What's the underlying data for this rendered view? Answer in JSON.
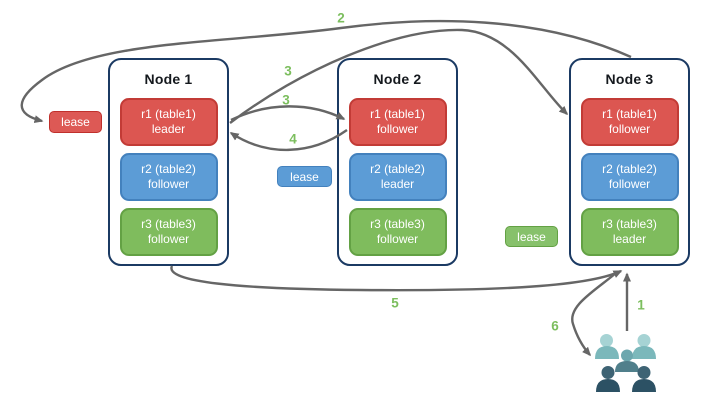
{
  "diagram": {
    "background": "#ffffff",
    "arrow_color": "#666666",
    "step_color": "#7cbe5e"
  },
  "nodes": [
    {
      "title": "Node 1",
      "replicas": [
        {
          "label": "r1 (table1)",
          "role": "leader",
          "color_name": "red"
        },
        {
          "label": "r2 (table2)",
          "role": "follower",
          "color_name": "blue"
        },
        {
          "label": "r3 (table3)",
          "role": "follower",
          "color_name": "green"
        }
      ]
    },
    {
      "title": "Node 2",
      "replicas": [
        {
          "label": "r1 (table1)",
          "role": "follower",
          "color_name": "red"
        },
        {
          "label": "r2 (table2)",
          "role": "leader",
          "color_name": "blue"
        },
        {
          "label": "r3 (table3)",
          "role": "follower",
          "color_name": "green"
        }
      ]
    },
    {
      "title": "Node 3",
      "replicas": [
        {
          "label": "r1 (table1)",
          "role": "follower",
          "color_name": "red"
        },
        {
          "label": "r2 (table2)",
          "role": "follower",
          "color_name": "blue"
        },
        {
          "label": "r3 (table3)",
          "role": "leader",
          "color_name": "green"
        }
      ]
    }
  ],
  "leases": [
    {
      "label": "lease",
      "color_name": "red"
    },
    {
      "label": "lease",
      "color_name": "blue"
    },
    {
      "label": "lease",
      "color_name": "green"
    }
  ],
  "steps": [
    "1",
    "2",
    "3",
    "3",
    "4",
    "5",
    "6"
  ],
  "icons": {
    "users": "users-icon"
  },
  "colors": {
    "replica_red": "#dc5651",
    "replica_red_border": "#c23b36",
    "replica_blue": "#5c9cd6",
    "replica_blue_border": "#4381bd",
    "replica_green": "#7fbc5d",
    "replica_green_border": "#63a144",
    "node_border": "#1b3a63",
    "users_light_head": "#a6d3d4",
    "users_light_body": "#7bb8bb",
    "users_mid_head": "#6ca7ae",
    "users_mid_body": "#507f8b",
    "users_dark_head": "#3e6374",
    "users_dark_body": "#2c5164"
  }
}
